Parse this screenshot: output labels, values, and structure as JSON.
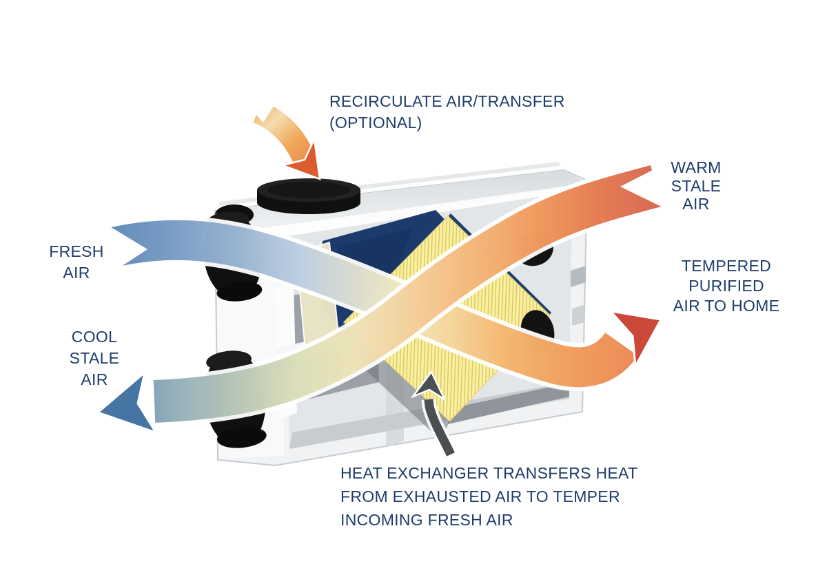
{
  "labels": {
    "recirculate": "RECIRCULATE AIR/TRANSFER\n(OPTIONAL)",
    "warm_stale": "WARM\nSTALE\nAIR",
    "fresh": "FRESH\nAIR",
    "tempered": "TEMPERED\nPURIFIED\nAIR TO HOME",
    "cool_stale": "COOL\nSTALE\nAIR",
    "caption": "HEAT EXCHANGER TRANSFERS HEAT\nFROM EXHAUSTED AIR TO TEMPER\nINCOMING FRESH AIR"
  },
  "colors": {
    "label_text": "#1e3c6a",
    "fresh_air_blue": "#3f72a8",
    "cool_stale_blue": "#3f6fa0",
    "warm_stale_red": "#cf4a30",
    "tempered_red": "#ca4130",
    "recirculate_orange": "#e8813a",
    "heat_core_yellow": "#f9f0a2",
    "filter_navy": "#1c3a6b",
    "unit_body_gray": "#f0f2f4",
    "heat_transfer_gray": "#4b4f52"
  }
}
